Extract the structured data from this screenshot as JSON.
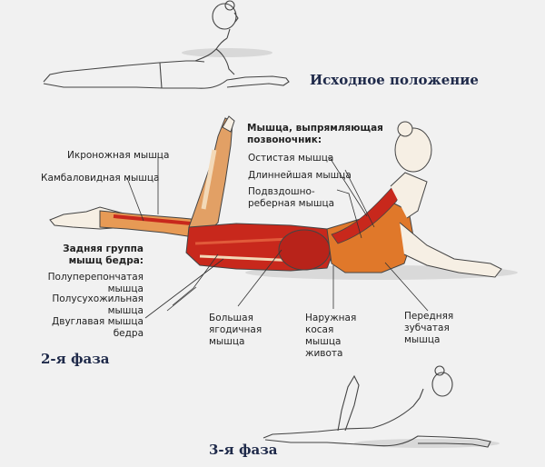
{
  "phases": {
    "start": "Исходное положение",
    "phase2": "2-я фаза",
    "phase3": "3-я фаза"
  },
  "labels": {
    "gastrocnemius": "Икроножная мышца",
    "soleus": "Камбаловидная мышца",
    "erector_header": [
      "Мышца, выпрямляющая",
      "позвоночник:"
    ],
    "spinalis": "Остистая мышца",
    "longissimus": "Длиннейшая мышца",
    "iliocostalis": [
      "Подвздошно-",
      "реберная мышца"
    ],
    "hamstrings_header": [
      "Задняя группа",
      "мышц бедра:"
    ],
    "semimembranosus": [
      "Полуперепончатая",
      "мышца"
    ],
    "semitendinosus": [
      "Полусухожильная",
      "мышца"
    ],
    "biceps_femoris": [
      "Двуглавая мышца",
      "бедра"
    ],
    "gluteus_maximus": [
      "Большая",
      "ягодичная",
      "мышца"
    ],
    "external_oblique": [
      "Наружная",
      "косая",
      "мышца",
      "живота"
    ],
    "serratus_anterior": [
      "Передняя",
      "зубчатая",
      "мышца"
    ]
  },
  "colors": {
    "background": "#f1f1f1",
    "muscle_red": "#c8281c",
    "muscle_orange": "#e0782a",
    "tendon": "#f3d9b8",
    "outline": "#333333",
    "phase_title": "#1f2a4a"
  }
}
